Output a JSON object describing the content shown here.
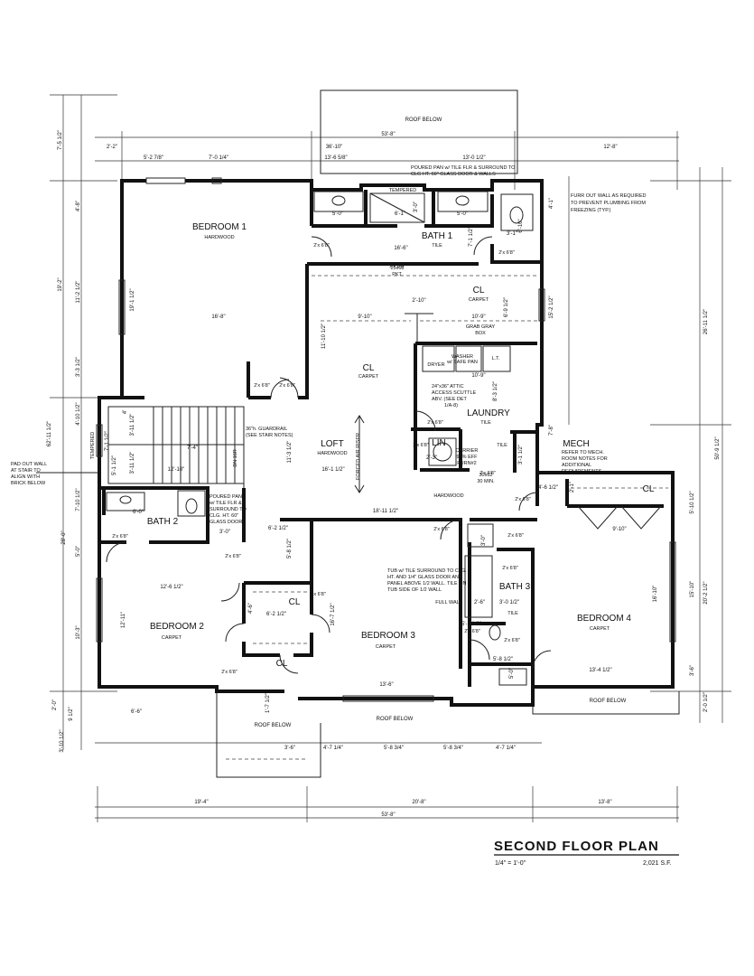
{
  "title": {
    "main": "SECOND FLOOR PLAN",
    "scale": "1/4\" = 1'-0\"",
    "area": "2,021 S.F."
  },
  "rooms": {
    "bedroom1": {
      "name": "BEDROOM 1",
      "floor": "HARDWOOD"
    },
    "bath1": {
      "name": "BATH 1",
      "floor": "TILE"
    },
    "cl_main": {
      "name": "CL",
      "floor": "CARPET"
    },
    "cl_upper": {
      "name": "CL",
      "floor": "CARPET"
    },
    "laundry": {
      "name": "LAUNDRY",
      "floor": "TILE"
    },
    "loft": {
      "name": "LOFT",
      "floor": "HARDWOOD"
    },
    "lin": {
      "name": "LIN",
      "floor": "TILE"
    },
    "mech": {
      "name": "MECH"
    },
    "bath2": {
      "name": "BATH 2"
    },
    "bedroom2": {
      "name": "BEDROOM 2",
      "floor": "CARPET"
    },
    "cl_b2a": {
      "name": "CL"
    },
    "cl_b2b": {
      "name": "CL"
    },
    "bedroom3": {
      "name": "BEDROOM 3",
      "floor": "CARPET"
    },
    "bath3": {
      "name": "BATH 3",
      "floor": "TILE"
    },
    "bedroom4": {
      "name": "BEDROOM 4",
      "floor": "CARPET"
    },
    "cl_b4": {
      "name": "CL"
    }
  },
  "labels": {
    "roof_top": "ROOF BELOW",
    "roof_right": "ROOF BELOW",
    "roof_left": "ROOF BELOW",
    "roof_center": "ROOF BELOW",
    "hardwood_hall": "HARDWOOD",
    "full_wall": "FULL WALL",
    "tempered_top": "TEMPERED",
    "tempered_stair": "TEMPERED",
    "dn": "DN 16R",
    "bench": "FORCED AIR RISER",
    "dryer": "DRYER",
    "lt": "L.T."
  },
  "notes": {
    "bath1": [
      "POURED PAN w/ TILE FLR & SURROUND TO",
      "CLG HT. 60\" GLASS DOOR & WALLS"
    ],
    "furr": [
      "FURR OUT WALL AS REQUIRED",
      "TO PREVENT PLUMBING FROM",
      "FREEZING (TYP.)"
    ],
    "pkt": [
      "25x68",
      "PKT."
    ],
    "grab": [
      "GRAB GRAY",
      "BOX"
    ],
    "washer": [
      "WASHER",
      "w/ SAFE PAN"
    ],
    "attic": [
      "24\"x36\" ATTIC",
      "ACCESS SCUTTLE",
      "ABV. (SEE DET",
      "1/A-8)"
    ],
    "guardrail": [
      "36\"h. GUARDRAIL",
      "(SEE STAIR NOTES)"
    ],
    "carrier": [
      "CARRIER",
      "95% EFF",
      "FURN#2"
    ],
    "min30": [
      "30x62",
      "30 MIN."
    ],
    "mech": [
      "REFER TO MECH.",
      "ROOM NOTES FOR",
      "ADDITIONAL",
      "REQUIREMENTS"
    ],
    "pad": [
      "PAD OUT WALL",
      "AT STAIR TO",
      "ALIGN WITH",
      "BRICK BELOW"
    ],
    "bath2": [
      "POURED PAN",
      "w/ TILE FLR &",
      "SURROUND TO",
      "CLG. HT. 60\"",
      "GLASS DOOR"
    ],
    "bath3": [
      "TUB w/ TILE SURROUND TO CLG.",
      "HT. AND 1/4\" GLASS DOOR AND",
      "PANEL ABOVE 1/2 WALL. TILE ON",
      "TUB SIDE OF 1/2 WALL"
    ]
  },
  "dims": {
    "overall_top": "53'-8\"",
    "top_36": "36'-10\"",
    "top_12_8": "12'-8\"",
    "t_2_2": "2'-2\"",
    "t_5_2": "5'-2 7/8\"",
    "t_7_0": "7'-0 1/4\"",
    "t_13_6": "13'-6 5/8\"",
    "t_13_0": "13'-0 1/2\"",
    "b1_w": "16'-8\"",
    "b1_h": "19'-1 1/2\"",
    "bath1_w": "16'-6\"",
    "b1_5a": "5'-0\"",
    "b1_5b": "5'-0\"",
    "b1_61": "6'-1\"",
    "b1_30": "3'-0\"",
    "cl_w": "9'-10\"",
    "cl_h": "11'-10 1/2\"",
    "cl_210": "2'-10\"",
    "cl_109": "10'-9\"",
    "cl_691": "6'-9 1/2\"",
    "ld_109": "10'-9\"",
    "ld_831": "8'-3 1/2\"",
    "b_31": "3'-1\"",
    "b_610": "6'-10\"",
    "b_71": "7'-1 1/2\"",
    "r_41": "4'-1\"",
    "r_1521": "15'-2 1/2\"",
    "r_2611": "26'-11 1/2\"",
    "r_78": "7'-8\"",
    "r_5091": "50'-9 1/2\"",
    "r_5101": "5'-10 1/2\"",
    "r_2021": "20'-2 1/2\"",
    "r_1510": "15'-10\"",
    "r_36": "3'-6\"",
    "r_201": "2'-0 1/2\"",
    "l_75": "7'-5 1/2\"",
    "l_48": "4'-8\"",
    "l_192": "19'-2\"",
    "l_112": "11'-2 1/2\"",
    "l_331": "3'-3 1/2\"",
    "l_6211": "62'-11 1/2\"",
    "l_4101": "4'-10 1/2\"",
    "l_7101": "7'-10 1/2\"",
    "l_280": "28'-0\"",
    "l_50": "5'-0\"",
    "l_103": "10'-3\"",
    "l_20": "2'-0\"",
    "l_91": "9 1/2\"",
    "l_3101": "3'-10 1/2\"",
    "st_74": "7'-4\"",
    "st_1210": "12'-10\"",
    "st_3111": "3'-11 1/2\"",
    "st_3112": "3'-11 1/2\"",
    "st_4": "4'",
    "st_71": "7'-1 1/2\"",
    "st_51": "5'-1 1/2\"",
    "loft_w": "16'-1 1/2\"",
    "loft_h": "11'-3 1/2\"",
    "hall_18": "18'-11 1/2\"",
    "hall_62": "6'-2 1/2\"",
    "hall_58": "5'-8 1/2\"",
    "lin_23": "2'-3\"",
    "lin_31": "3'-1 1/2\"",
    "mech_46": "4'-6 1/2\"",
    "mech_21": "2'-1\"",
    "b4cl_910": "9'-10\"",
    "b2_126": "12'-6 1/2\"",
    "b2_1211": "12'-11\"",
    "bath2_60": "6'-0\"",
    "bath2_30": "3'-0\"",
    "b2_66": "6'-6\"",
    "cl_621": "6'-2 1/2\"",
    "cl_46": "4'-6\"",
    "b3_136": "13'-6\"",
    "b3_167": "16'-7 1/2\"",
    "bath3_26": "2'-6\"",
    "bath3_301": "3'-0 1/2\"",
    "bath3_51": "5'-1 1/2\"",
    "bath3_58": "5'-8 1/2\"",
    "bath3_50": "5'-0\"",
    "bath3_30": "3'-0\"",
    "b4_134": "13'-4 1/2\"",
    "b4_1610": "16'-10\"",
    "bb_36": "3'-6\"",
    "bb_471": "4'-7 1/4\"",
    "bb_5834a": "5'-8 3/4\"",
    "bb_5834b": "5'-8 3/4\"",
    "bb_471b": "4'-7 1/4\"",
    "bb_171": "1'-7 1/2\"",
    "bot_194": "19'-4\"",
    "bot_208": "20'-8\"",
    "bot_138": "13'-8\"",
    "bot_total": "53'-8\""
  },
  "doors": {
    "d1": "2'x 6'8\"",
    "d2": "2'x 6'8\"",
    "d3": "2'x 6'8\"",
    "d4": "2'x 6'8\"",
    "d5": "2'x 6'8\"",
    "d6": "2'x 6'8\"",
    "d7": "2'x 6'8\"",
    "d8": "2'x 6'8\"",
    "d9": "2'x 6'8\"",
    "d10": "2'x 6'8\"",
    "d11": "2'x 6'8\"",
    "d12": "2'x 6'8\"",
    "d13": "2'x 6'8\"",
    "d14": "2'x 6'8\"",
    "d15": "2'x 6'8\"",
    "d16": "2'x 6'8\"",
    "d17": "2'x 6'8\"",
    "d18": "2'x 6'8\""
  }
}
